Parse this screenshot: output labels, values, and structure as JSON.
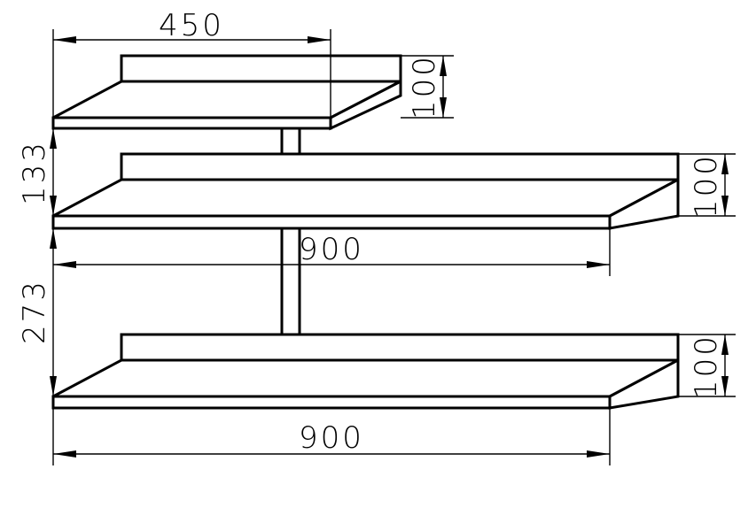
{
  "dimensions": {
    "top_shelf_width": "450",
    "top_shelf_height": "100",
    "middle_shelf_height": "100",
    "bottom_shelf_height": "100",
    "top_gap": "133",
    "middle_shelf_width": "900",
    "lower_gap": "273",
    "bottom_shelf_width": "900"
  }
}
